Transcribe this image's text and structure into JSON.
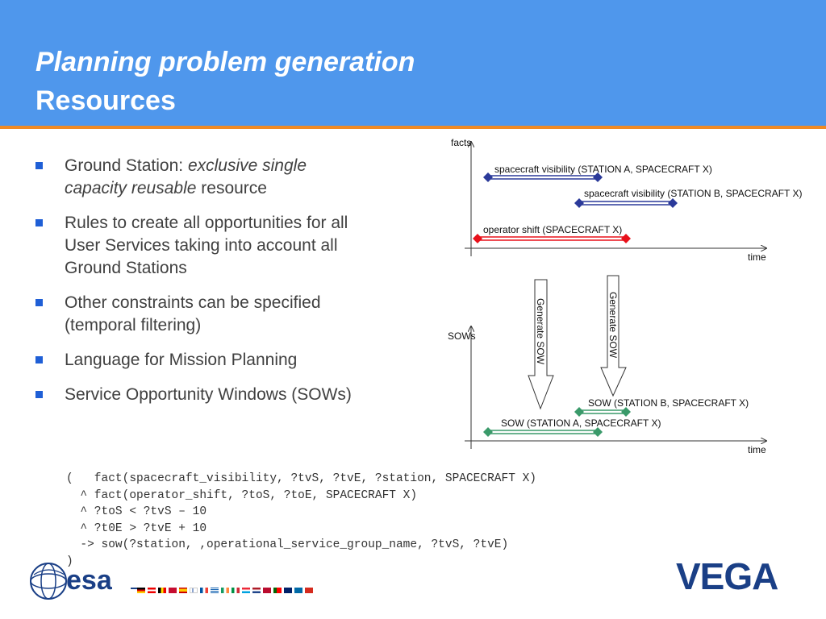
{
  "slide": {
    "title_line1": "Planning problem generation",
    "title_line2": "Resources"
  },
  "bullets": [
    {
      "prefix": "Ground Station: ",
      "emph": "exclusive single capacity reusable",
      "suffix": " resource"
    },
    {
      "text": "Rules to create all opportunities for all User Services taking into account all Ground Stations"
    },
    {
      "text": "Other constraints can be specified (temporal filtering)"
    },
    {
      "text": "Language for Mission Planning"
    },
    {
      "text": "Service Opportunity Windows (SOWs)"
    }
  ],
  "code": {
    "lines": [
      "(   fact(spacecraft_visibility, ?tvS, ?tvE, ?station, SPACECRAFT X)",
      "  ^ fact(operator_shift, ?toS, ?toE, SPACECRAFT X)",
      "  ^ ?toS < ?tvS – 10",
      "  ^ ?t0E > ?tvE + 10",
      "  -> sow(?station, ,operational_service_group_name, ?tvS, ?tvE)",
      ")"
    ]
  },
  "diagram": {
    "facts_axis_label": "facts",
    "sows_axis_label": "SOWs",
    "time_label_top": "time",
    "time_label_bottom": "time",
    "arrow_label_1": "Generate SOW",
    "arrow_label_2": "Generate SOW",
    "facts": {
      "vis_a": "spacecraft visibility (STATION A, SPACECRAFT X)",
      "vis_b": "spacecraft visibility (STATION B, SPACECRAFT X)",
      "shift": "operator shift (SPACECRAFT X)"
    },
    "sows": {
      "sow_b": "SOW (STATION B, SPACECRAFT X)",
      "sow_a": "SOW (STATION A, SPACECRAFT X)"
    },
    "colors": {
      "visibility": "#2b3a9a",
      "shift": "#e8101a",
      "sow": "#3a9a6a"
    }
  },
  "footer": {
    "esa_text": "esa",
    "vega_text": "VEGA"
  }
}
